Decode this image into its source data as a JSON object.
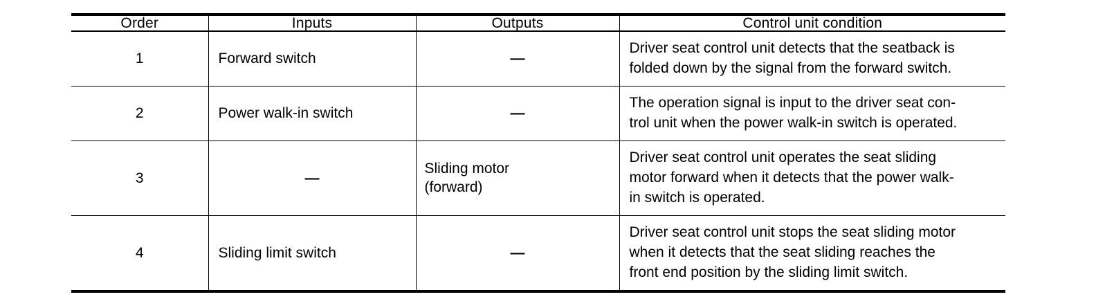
{
  "table": {
    "headers": [
      {
        "key": "order",
        "label": "Order"
      },
      {
        "key": "inputs",
        "label": "Inputs"
      },
      {
        "key": "outputs",
        "label": "Outputs"
      },
      {
        "key": "condition",
        "label": "Control unit condition"
      }
    ],
    "rows": [
      {
        "order": "1",
        "inputs": "Forward switch",
        "outputs": "—",
        "outputs_is_dash": true,
        "condition_lines": [
          "Driver seat control unit detects that the seatback is",
          "folded down by the signal from the forward switch."
        ],
        "condition_text": "Driver seat control unit detects that the seatback is folded down by the signal from the forward switch."
      },
      {
        "order": "2",
        "inputs": "Power walk-in switch",
        "outputs": "—",
        "outputs_is_dash": true,
        "condition_lines": [
          "The operation signal is input to the driver seat con-",
          "trol unit when the power walk-in switch is operated."
        ],
        "condition_text": "The operation signal is input to the driver seat control unit when the power walk-in switch is operated."
      },
      {
        "order": "3",
        "inputs": "—",
        "inputs_is_dash": true,
        "outputs_lines": [
          "Sliding motor",
          "(forward)"
        ],
        "outputs": "Sliding motor (forward)",
        "outputs_is_dash": false,
        "condition_lines": [
          "Driver seat control unit operates the seat sliding",
          "motor forward when it detects that the power walk-",
          "in switch is operated."
        ],
        "condition_text": "Driver seat control unit operates the seat sliding motor forward when it detects that the power walk-in switch is operated."
      },
      {
        "order": "4",
        "inputs": "Sliding limit switch",
        "outputs": "—",
        "outputs_is_dash": true,
        "condition_lines": [
          "Driver seat control unit stops the seat sliding motor",
          "when it detects that the seat sliding reaches the",
          "front end position by the sliding limit switch."
        ],
        "condition_text": "Driver seat control unit stops the seat sliding motor when it detects that the seat sliding reaches the front end position by the sliding limit switch."
      }
    ]
  },
  "colors": {
    "rule": "#000000",
    "text": "#000000",
    "background": "#ffffff"
  }
}
